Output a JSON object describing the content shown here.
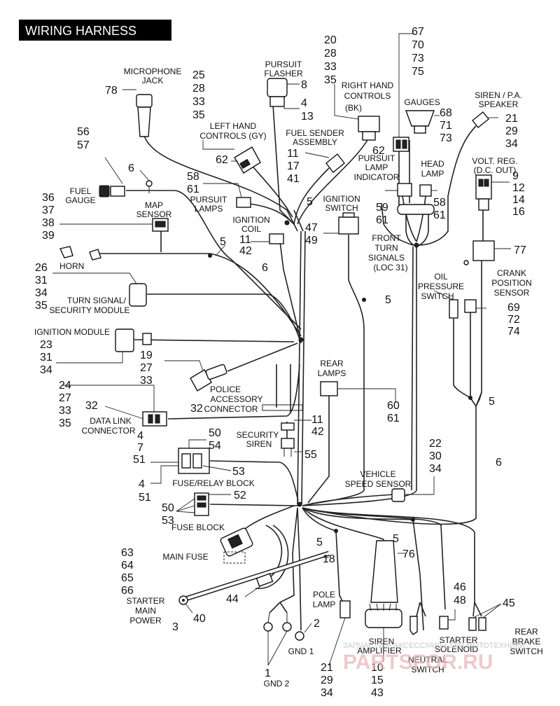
{
  "title": "WIRING HARNESS",
  "labels": {
    "microphone_jack": [
      "MICROPHONE",
      "JACK"
    ],
    "pursuit_flasher": [
      "PURSUIT",
      "FLASHER"
    ],
    "right_hand_controls": [
      "RIGHT HAND",
      "CONTROLS",
      "(BK)"
    ],
    "gauges": "GAUGES",
    "siren_pa_speaker": [
      "SIREN / P.A.",
      "SPEAKER"
    ],
    "left_hand_controls": [
      "LEFT HAND",
      "CONTROLS (GY)"
    ],
    "fuel_sender": [
      "FUEL SENDER",
      "ASSEMBLY"
    ],
    "pursuit_lamp_indicator": [
      "PURSUIT",
      "LAMP",
      "INDICATOR"
    ],
    "head_lamp": [
      "HEAD",
      "LAMP"
    ],
    "volt_reg": [
      "VOLT. REG.",
      "(D.C. OUT)"
    ],
    "fuel_gauge": [
      "FUEL",
      "GAUGE"
    ],
    "map_sensor": [
      "MAP",
      "SENSOR"
    ],
    "pursuit_lamps": [
      "PURSUIT",
      "LAMPS"
    ],
    "ignition_switch": [
      "IGNITION",
      "SWITCH"
    ],
    "ignition_coil": [
      "IGNITION",
      "COIL"
    ],
    "horn": "HORN",
    "front_turn_signals": [
      "FRONT",
      "TURN",
      "SIGNALS",
      "(LOC 31)"
    ],
    "turn_signal_module": [
      "TURN SIGNAL/",
      "SECURITY MODULE"
    ],
    "oil_pressure_switch": [
      "OIL",
      "PRESSURE",
      "SWITCH"
    ],
    "crank_position_sensor": [
      "CRANK",
      "POSITION",
      "SENSOR"
    ],
    "ignition_module": "IGNITION MODULE",
    "rear_lamps": [
      "REAR",
      "LAMPS"
    ],
    "police_accessory": [
      "POLICE",
      "ACCESSORY",
      "CONNECTOR"
    ],
    "data_link": [
      "DATA LINK",
      "CONNECTOR"
    ],
    "security_siren": [
      "SECURITY",
      "SIREN"
    ],
    "fuse_relay_block": "FUSE/RELAY BLOCK",
    "vehicle_speed_sensor": [
      "VEHICLE",
      "SPEED SENSOR"
    ],
    "fuse_block": "FUSE BLOCK",
    "main_fuse": "MAIN FUSE",
    "starter_main_power": [
      "STARTER",
      "MAIN",
      "POWER"
    ],
    "pole_lamp": [
      "POLE",
      "LAMP"
    ],
    "siren_amplifier": [
      "SIREN",
      "AMPLIFIER"
    ],
    "neutral_switch": [
      "NEUTRAL",
      "SWITCH"
    ],
    "starter_solenoid": [
      "STARTER",
      "SOLENOID"
    ],
    "rear_brake_switch": [
      "REAR",
      "BRAKE",
      "SWITCH"
    ],
    "gnd1": "GND 1",
    "gnd2": "GND 2"
  },
  "numbers": {
    "n78": "78",
    "n25_35": [
      "25",
      "28",
      "33",
      "35"
    ],
    "n20_35": [
      "20",
      "28",
      "33",
      "35"
    ],
    "n67_75": [
      "67",
      "70",
      "73",
      "75"
    ],
    "n8": "8",
    "n4_13": [
      "4",
      "13"
    ],
    "n68_73": [
      "68",
      "71",
      "73"
    ],
    "n21_34_top": [
      "21",
      "29",
      "34"
    ],
    "n56_57": [
      "56",
      "57"
    ],
    "n62_left": "62",
    "n62_right": "62",
    "n11_41": [
      "11",
      "17",
      "41"
    ],
    "n6_top": "6",
    "n9_16": [
      "9",
      "12",
      "14",
      "16"
    ],
    "n58_61_left": [
      "58",
      "61"
    ],
    "n36_39": [
      "36",
      "37",
      "38",
      "39"
    ],
    "n5_a": "5",
    "n59_61": [
      "59",
      "61"
    ],
    "n58_61_right": [
      "58",
      "61"
    ],
    "n47_49": [
      "47",
      "49"
    ],
    "n11_42_coil": [
      "11",
      "42"
    ],
    "n5_b": "5",
    "n77": "77",
    "n6_b": "6",
    "n26_35": [
      "26",
      "31",
      "34",
      "35"
    ],
    "n5_c": "5",
    "n69_74": [
      "69",
      "72",
      "74"
    ],
    "n23_34": [
      "23",
      "31",
      "34"
    ],
    "n19_33": [
      "19",
      "27",
      "33"
    ],
    "n24_35": [
      "24",
      "27",
      "33",
      "35"
    ],
    "n32_left": "32",
    "n32_police": "32",
    "n60_61": [
      "60",
      "61"
    ],
    "n5_d": "5",
    "n11_42_siren": [
      "11",
      "42"
    ],
    "n50_54": [
      "50",
      "54"
    ],
    "n4_51_top": [
      "4",
      "7",
      "51"
    ],
    "n55": "55",
    "n22_34": [
      "22",
      "30",
      "34"
    ],
    "n6_c": "6",
    "n53_a": "53",
    "n4_51_bot": [
      "4",
      "51"
    ],
    "n52": "52",
    "n50_53": [
      "50",
      "53"
    ],
    "n5_e": "5",
    "n5_f": "5",
    "n76": "76",
    "n18": "18",
    "n63_66": [
      "63",
      "64",
      "65",
      "66"
    ],
    "n46_48": [
      "46",
      "48"
    ],
    "n44": "44",
    "n45": "45",
    "n40": "40",
    "n3": "3",
    "n2": "2",
    "n1": "1",
    "n21_34_pole": [
      "21",
      "29",
      "34"
    ],
    "n10_43": [
      "10",
      "15",
      "43"
    ]
  },
  "watermark": {
    "text": "PARTSFOR.RU",
    "subtext": "ЗАПЧАСТИ И АКСЕССУАРЫ ДЛЯ МОТОТЕХНИКИ"
  },
  "colors": {
    "line": "#222222",
    "title_bg": "#000000",
    "title_fg": "#ffffff",
    "watermark": "#e8b4b4"
  }
}
